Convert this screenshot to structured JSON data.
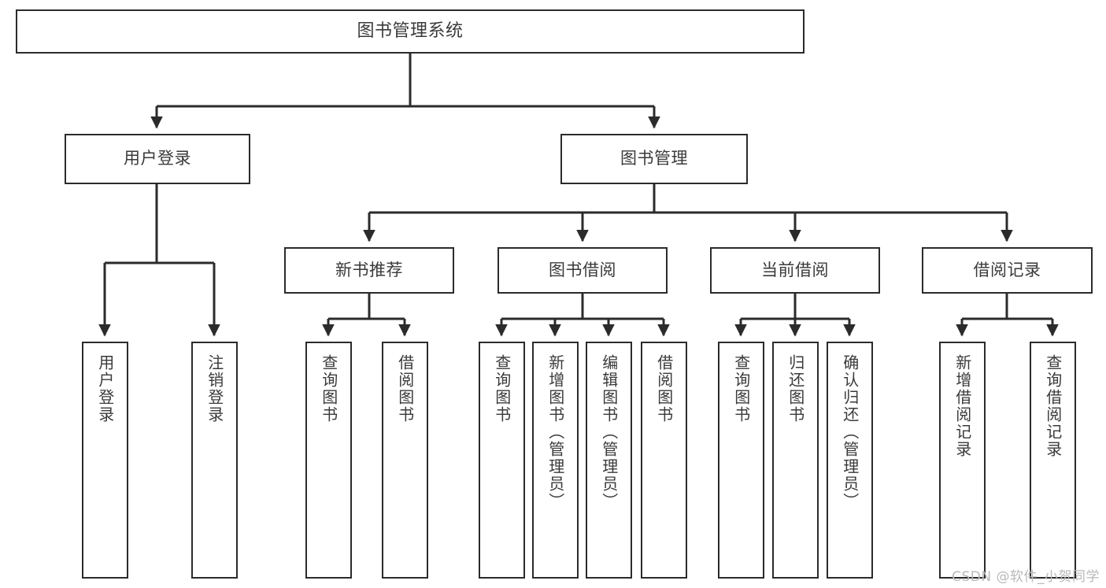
{
  "diagram": {
    "title": "图书管理系统",
    "type": "tree",
    "stroke_color": "#2b2b2b",
    "text_color": "#3a3a3a",
    "background_color": "#ffffff",
    "watermark": "CSDN @软件_小贺同学"
  },
  "nodes": {
    "root": {
      "label": "图书管理系统"
    },
    "level2": [
      {
        "label": "用户登录"
      },
      {
        "label": "图书管理"
      }
    ],
    "level3": [
      {
        "label": "新书推荐"
      },
      {
        "label": "图书借阅"
      },
      {
        "label": "当前借阅"
      },
      {
        "label": "借阅记录"
      }
    ],
    "leaves": {
      "user_login": [
        {
          "label": "用户登录"
        },
        {
          "label": "注销登录"
        }
      ],
      "new_book_recommend": [
        {
          "label": "查询图书"
        },
        {
          "label": "借阅图书"
        }
      ],
      "book_borrow": [
        {
          "label": "查询图书"
        },
        {
          "label": "新增图书（管理员）"
        },
        {
          "label": "编辑图书（管理员）"
        },
        {
          "label": "借阅图书"
        }
      ],
      "current_borrow": [
        {
          "label": "查询图书"
        },
        {
          "label": "归还图书"
        },
        {
          "label": "确认归还（管理员）"
        }
      ],
      "borrow_record": [
        {
          "label": "新增借阅记录"
        },
        {
          "label": "查询借阅记录"
        }
      ]
    }
  }
}
